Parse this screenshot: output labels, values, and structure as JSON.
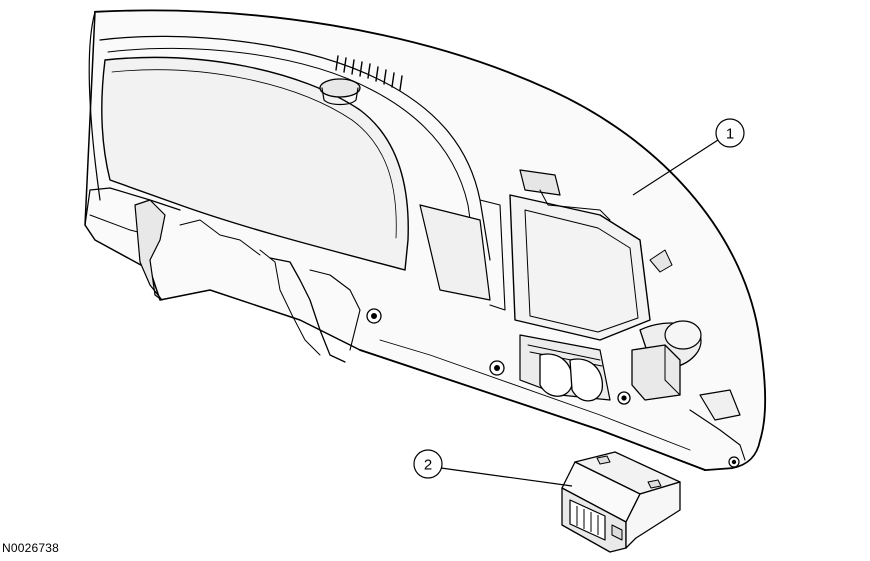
{
  "figure_id": "N0026738",
  "callouts": [
    {
      "label": "1"
    },
    {
      "label": "2"
    }
  ],
  "colors": {
    "line": "#000000",
    "shade": "#e6e6e6",
    "light": "#f4f4f4"
  }
}
